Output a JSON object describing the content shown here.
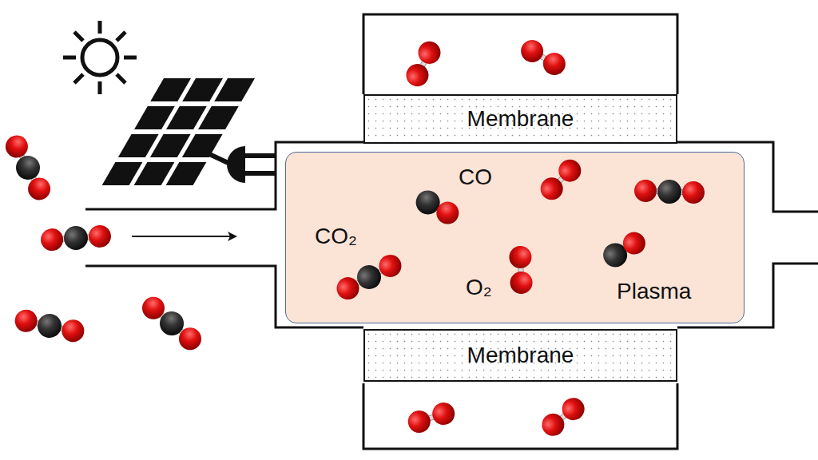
{
  "diagram": {
    "nodes": [
      {
        "text": [
          "Membrane"
        ]
      },
      {
        "text": [
          "Plasma"
        ]
      },
      {
        "text": [
          "Membrane"
        ]
      }
    ],
    "labels": [
      "CO",
      "CO₂",
      "O₂"
    ]
  }
}
